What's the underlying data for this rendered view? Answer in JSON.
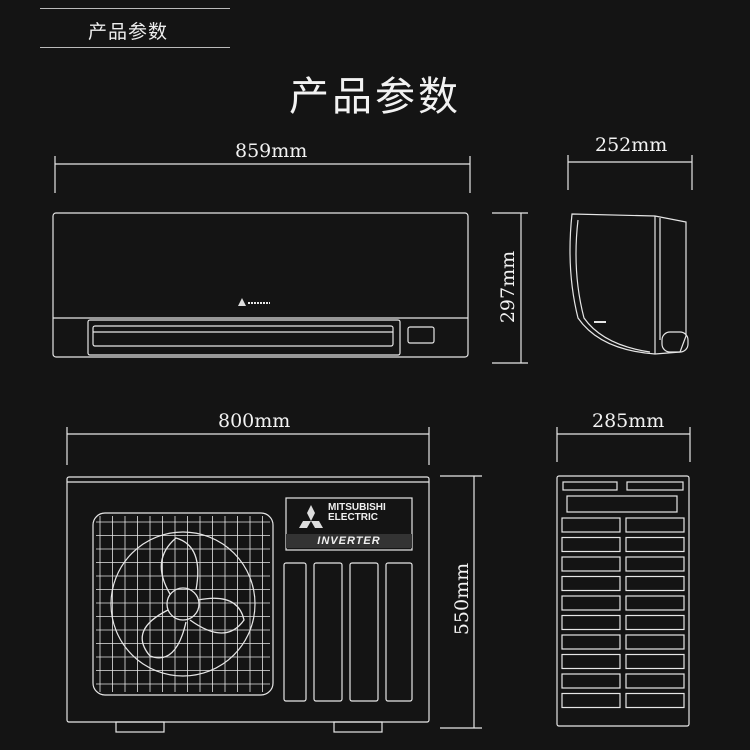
{
  "header": {
    "tab_label": "产品参数",
    "title": "产品参数"
  },
  "dimensions": {
    "indoor_width": "859mm",
    "indoor_height": "297mm",
    "indoor_depth": "252mm",
    "outdoor_width": "800mm",
    "outdoor_height": "550mm",
    "outdoor_depth": "285mm"
  },
  "outdoor_unit": {
    "brand_line1": "MITSUBISHI",
    "brand_line2": "ELECTRIC",
    "badge": "INVERTER"
  },
  "colors": {
    "background": "#141414",
    "line": "#e8e8e8"
  }
}
